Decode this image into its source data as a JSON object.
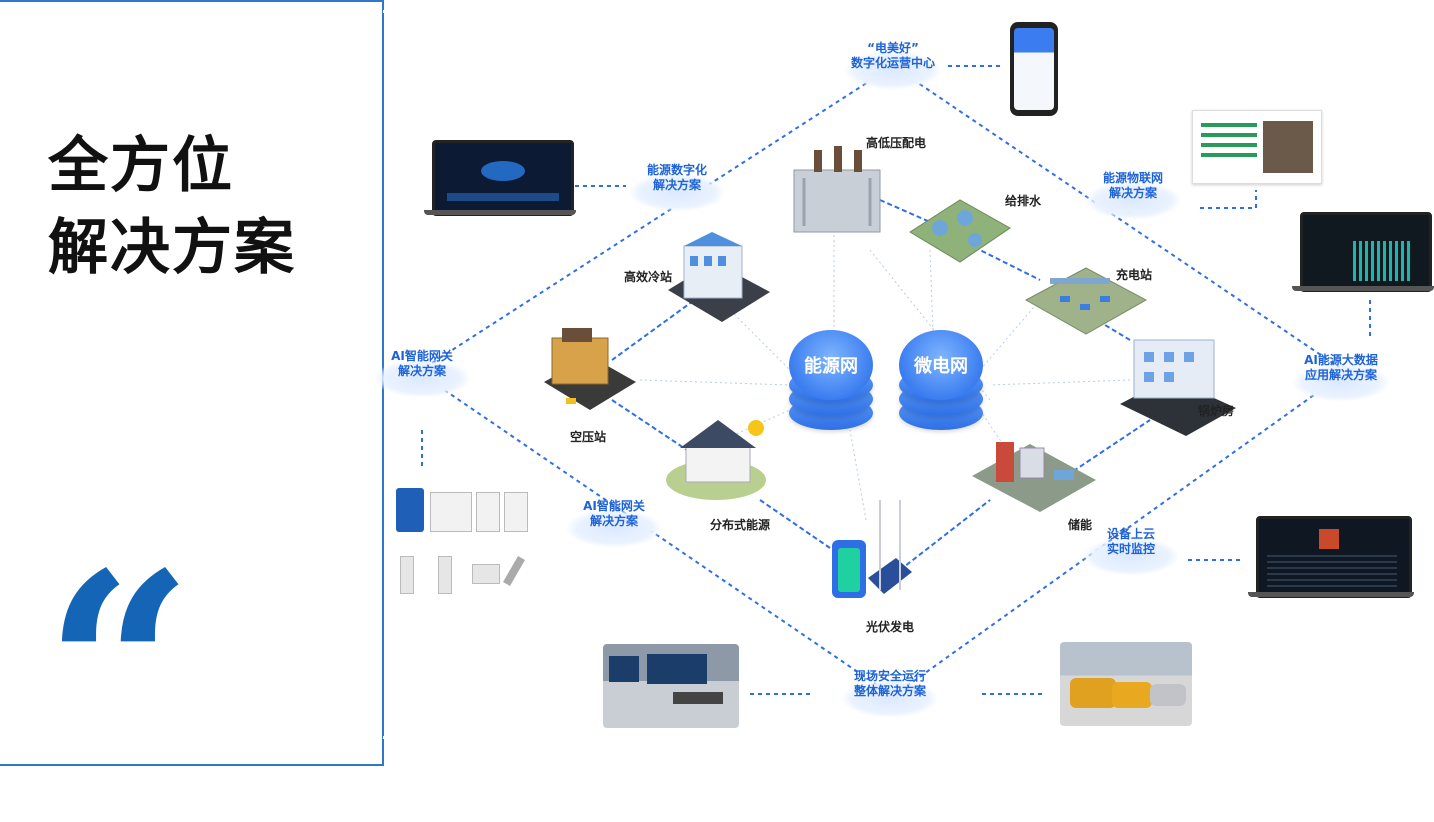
{
  "headline": {
    "line1": "全方位",
    "line2": "解决方案",
    "quote_mark": "“"
  },
  "hubs": [
    {
      "id": "energy-grid",
      "label": "能源网"
    },
    {
      "id": "micro-grid",
      "label": "微电网"
    }
  ],
  "nodes": {
    "hv_lv": "高低压配电",
    "water": "给排水",
    "chiller": "高效冷站",
    "charging": "充电站",
    "boiler": "锅炉房",
    "air": "空压站",
    "distributed": "分布式能源",
    "storage": "储能",
    "pv": "光伏发电"
  },
  "solutions": {
    "ops_center": {
      "line1": "“电美好”",
      "line2": "数字化运营中心"
    },
    "digital": {
      "line1": "能源数字化",
      "line2": "解决方案"
    },
    "iot": {
      "line1": "能源物联网",
      "line2": "解决方案"
    },
    "gateway_left": {
      "line1": "AI智能网关",
      "line2": "解决方案"
    },
    "bigdata": {
      "line1": "AI能源大数据",
      "line2": "应用解决方案"
    },
    "gateway_bottom": {
      "line1": "AI智能网关",
      "line2": "解决方案"
    },
    "cloud": {
      "line1": "设备上云",
      "line2": "实时监控"
    },
    "safety": {
      "line1": "现场安全运行",
      "line2": "整体解决方案"
    }
  },
  "colors": {
    "accent": "#1565b7",
    "link": "#1e63d6",
    "hub": "#3b7df0"
  }
}
